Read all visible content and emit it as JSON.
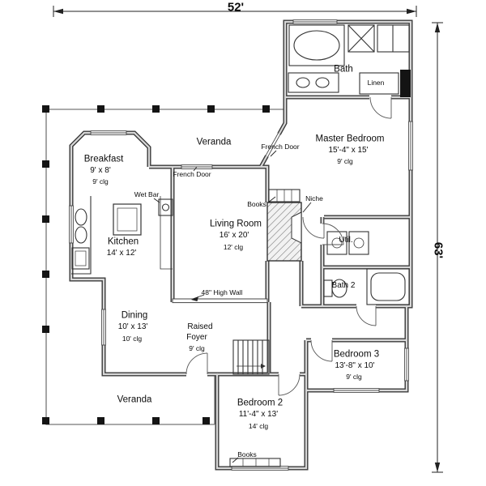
{
  "colors": {
    "ink": "#2b2b2b",
    "wall_fill": "#d7d7d7",
    "background": "#ffffff"
  },
  "dimensions": {
    "width_label": "52'",
    "height_label": "63'"
  },
  "rooms": {
    "bath": {
      "name": "Bath"
    },
    "linen": {
      "name": "Linen"
    },
    "master_bedroom": {
      "name": "Master Bedroom",
      "size": "15'-4\" x 15'",
      "ceiling": "9' clg"
    },
    "breakfast": {
      "name": "Breakfast",
      "size": "9' x 8'",
      "ceiling": "9' clg"
    },
    "veranda_top": {
      "name": "Veranda"
    },
    "kitchen": {
      "name": "Kitchen",
      "size": "14' x 12'"
    },
    "living_room": {
      "name": "Living Room",
      "size": "16' x 20'",
      "ceiling": "12' clg"
    },
    "utility": {
      "name": "Util."
    },
    "bath_2": {
      "name": "Bath 2"
    },
    "dining": {
      "name": "Dining",
      "size": "10' x 13'",
      "ceiling": "10' clg"
    },
    "raised_foyer": {
      "name_line1": "Raised",
      "name_line2": "Foyer",
      "ceiling": "9' clg"
    },
    "bedroom_3": {
      "name": "Bedroom 3",
      "size": "13'-8\" x 10'",
      "ceiling": "9' clg"
    },
    "veranda_bottom": {
      "name": "Veranda"
    },
    "bedroom_2": {
      "name": "Bedroom 2",
      "size": "11'-4\" x 13'",
      "ceiling": "14' clg"
    }
  },
  "annotations": {
    "french_door_upper": "French Door",
    "french_door_lower": "French Door",
    "wet_bar": "Wet Bar",
    "books_living": "Books",
    "niche": "Niche",
    "high_wall": "48\" High Wall",
    "books_bedroom2": "Books"
  }
}
